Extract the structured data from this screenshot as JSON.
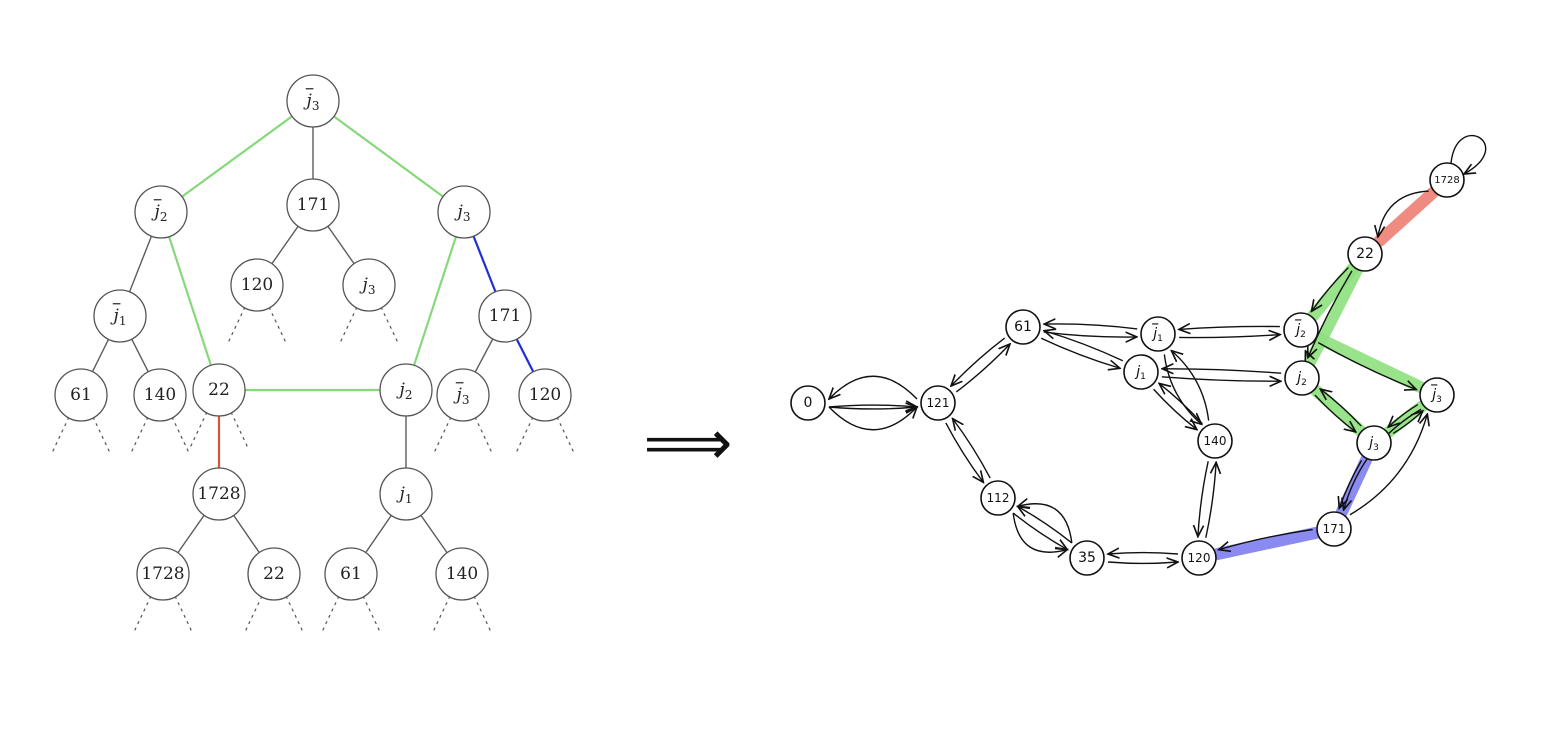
{
  "colors": {
    "gray": "#5c5c5c",
    "green": "#86d97a",
    "red": "#d9533f",
    "blue": "#1f2fd6",
    "hl_green": "#8ee07e",
    "hl_red": "#ef7f74",
    "hl_blue": "#7e7ef0",
    "ink": "#111111"
  },
  "implies_symbol": "⟹",
  "tree": {
    "nodes": [
      {
        "id": "root",
        "main": "j",
        "sub": "3",
        "bar": true
      },
      {
        "id": "a",
        "main": "j",
        "sub": "2",
        "bar": true
      },
      {
        "id": "b",
        "main": "171"
      },
      {
        "id": "c",
        "main": "j",
        "sub": "3"
      },
      {
        "id": "d",
        "main": "j",
        "sub": "1",
        "bar": true
      },
      {
        "id": "e",
        "main": "120"
      },
      {
        "id": "f",
        "main": "j",
        "sub": "3"
      },
      {
        "id": "g",
        "main": "171"
      },
      {
        "id": "h",
        "main": "61"
      },
      {
        "id": "i",
        "main": "140"
      },
      {
        "id": "j22",
        "main": "22"
      },
      {
        "id": "k",
        "main": "j",
        "sub": "2"
      },
      {
        "id": "l",
        "main": "j",
        "sub": "3",
        "bar": true
      },
      {
        "id": "m",
        "main": "120"
      },
      {
        "id": "n",
        "main": "1728"
      },
      {
        "id": "o",
        "main": "j",
        "sub": "1"
      },
      {
        "id": "p",
        "main": "1728"
      },
      {
        "id": "q",
        "main": "22"
      },
      {
        "id": "r",
        "main": "61"
      },
      {
        "id": "s",
        "main": "140"
      }
    ],
    "edges": [
      {
        "from": "root",
        "to": "a",
        "color": "green"
      },
      {
        "from": "root",
        "to": "b",
        "color": "gray"
      },
      {
        "from": "root",
        "to": "c",
        "color": "green"
      },
      {
        "from": "a",
        "to": "d",
        "color": "gray"
      },
      {
        "from": "a",
        "to": "j22",
        "color": "green"
      },
      {
        "from": "b",
        "to": "e",
        "color": "gray"
      },
      {
        "from": "b",
        "to": "f",
        "color": "gray"
      },
      {
        "from": "c",
        "to": "k",
        "color": "green"
      },
      {
        "from": "c",
        "to": "g",
        "color": "blue"
      },
      {
        "from": "d",
        "to": "h",
        "color": "gray"
      },
      {
        "from": "d",
        "to": "i",
        "color": "gray"
      },
      {
        "from": "j22",
        "to": "k",
        "color": "green"
      },
      {
        "from": "j22",
        "to": "n",
        "color": "red"
      },
      {
        "from": "g",
        "to": "l",
        "color": "gray"
      },
      {
        "from": "g",
        "to": "m",
        "color": "blue"
      },
      {
        "from": "k",
        "to": "o",
        "color": "gray"
      },
      {
        "from": "n",
        "to": "p",
        "color": "gray"
      },
      {
        "from": "n",
        "to": "q",
        "color": "gray"
      },
      {
        "from": "o",
        "to": "r",
        "color": "gray"
      },
      {
        "from": "o",
        "to": "s",
        "color": "gray"
      }
    ],
    "open_leaves": [
      "e",
      "f",
      "h",
      "i",
      "j22",
      "l",
      "m",
      "p",
      "q",
      "r",
      "s"
    ]
  },
  "graph": {
    "nodes": [
      {
        "id": "0",
        "main": "0"
      },
      {
        "id": "121",
        "main": "121"
      },
      {
        "id": "61",
        "main": "61"
      },
      {
        "id": "112",
        "main": "112"
      },
      {
        "id": "35",
        "main": "35"
      },
      {
        "id": "120",
        "main": "120"
      },
      {
        "id": "140",
        "main": "140"
      },
      {
        "id": "jb1",
        "main": "j",
        "sub": "1",
        "bar": true
      },
      {
        "id": "j1",
        "main": "j",
        "sub": "1"
      },
      {
        "id": "jb2",
        "main": "j",
        "sub": "2",
        "bar": true
      },
      {
        "id": "j2",
        "main": "j",
        "sub": "2"
      },
      {
        "id": "jb3",
        "main": "j",
        "sub": "3",
        "bar": true
      },
      {
        "id": "j3",
        "main": "j",
        "sub": "3"
      },
      {
        "id": "171",
        "main": "171"
      },
      {
        "id": "22",
        "main": "22"
      },
      {
        "id": "1728",
        "main": "1728"
      }
    ],
    "highlights": [
      {
        "from": "1728",
        "to": "22",
        "color": "hl_red"
      },
      {
        "from": "22",
        "to": "jb2",
        "color": "hl_green"
      },
      {
        "from": "22",
        "to": "j2",
        "color": "hl_green"
      },
      {
        "from": "jb2",
        "to": "jb3",
        "color": "hl_green"
      },
      {
        "from": "j2",
        "to": "j3",
        "color": "hl_green"
      },
      {
        "from": "j3",
        "to": "jb3",
        "color": "hl_green"
      },
      {
        "from": "171",
        "to": "j3",
        "color": "hl_blue"
      },
      {
        "from": "171",
        "to": "120",
        "color": "hl_blue"
      }
    ],
    "arrows": [
      {
        "from": "0",
        "to": "121",
        "bend": 0.7
      },
      {
        "from": "0",
        "to": "121",
        "bend": 0.06
      },
      {
        "from": "0",
        "to": "121",
        "bend": -0.06
      },
      {
        "from": "121",
        "to": "0",
        "bend": 0.7
      },
      {
        "from": "121",
        "to": "61",
        "bend": 0.05
      },
      {
        "from": "61",
        "to": "121",
        "bend": 0.05
      },
      {
        "from": "121",
        "to": "112",
        "bend": 0.05
      },
      {
        "from": "112",
        "to": "121",
        "bend": 0.05
      },
      {
        "from": "112",
        "to": "35",
        "bend": 0.7
      },
      {
        "from": "112",
        "to": "35",
        "bend": 0.05
      },
      {
        "from": "35",
        "to": "112",
        "bend": 0.05
      },
      {
        "from": "35",
        "to": "112",
        "bend": 0.7
      },
      {
        "from": "35",
        "to": "120",
        "bend": 0.05
      },
      {
        "from": "120",
        "to": "35",
        "bend": 0.05
      },
      {
        "from": "120",
        "to": "140",
        "bend": 0.05
      },
      {
        "from": "140",
        "to": "120",
        "bend": 0.05
      },
      {
        "from": "61",
        "to": "jb1",
        "bend": 0.05
      },
      {
        "from": "jb1",
        "to": "61",
        "bend": 0.05
      },
      {
        "from": "61",
        "to": "j1",
        "bend": 0.05
      },
      {
        "from": "j1",
        "to": "61",
        "bend": 0.05
      },
      {
        "from": "jb1",
        "to": "140",
        "bend": 0.25
      },
      {
        "from": "140",
        "to": "jb1",
        "bend": 0.25
      },
      {
        "from": "j1",
        "to": "140",
        "bend": 0.05
      },
      {
        "from": "140",
        "to": "j1",
        "bend": 0.05
      },
      {
        "from": "jb1",
        "to": "jb2",
        "bend": 0.03
      },
      {
        "from": "jb2",
        "to": "jb1",
        "bend": 0.03
      },
      {
        "from": "j1",
        "to": "j2",
        "bend": 0.03
      },
      {
        "from": "j2",
        "to": "j1",
        "bend": 0.03
      },
      {
        "from": "22",
        "to": "jb2",
        "bend": 0.05
      },
      {
        "from": "22",
        "to": "j2",
        "bend": 0.05
      },
      {
        "from": "jb2",
        "to": "jb3",
        "bend": 0.05
      },
      {
        "from": "j2",
        "to": "jb2",
        "bend": 0.05
      },
      {
        "from": "j2",
        "to": "j3",
        "bend": 0.05
      },
      {
        "from": "j3",
        "to": "j2",
        "bend": 0.05
      },
      {
        "from": "j3",
        "to": "jb3",
        "bend": 0.05
      },
      {
        "from": "jb3",
        "to": "j3",
        "bend": 0.05
      },
      {
        "from": "j3",
        "to": "171",
        "bend": 0.05
      },
      {
        "from": "171",
        "to": "120",
        "bend": 0.05
      },
      {
        "from": "171",
        "to": "jb3",
        "bend": 0.3
      },
      {
        "from": "jb3",
        "to": "171",
        "bend": 0.3
      },
      {
        "from": "1728",
        "to": "22",
        "bend": 0.5
      },
      {
        "from": "1728",
        "to": "1728",
        "loop": true
      }
    ]
  }
}
